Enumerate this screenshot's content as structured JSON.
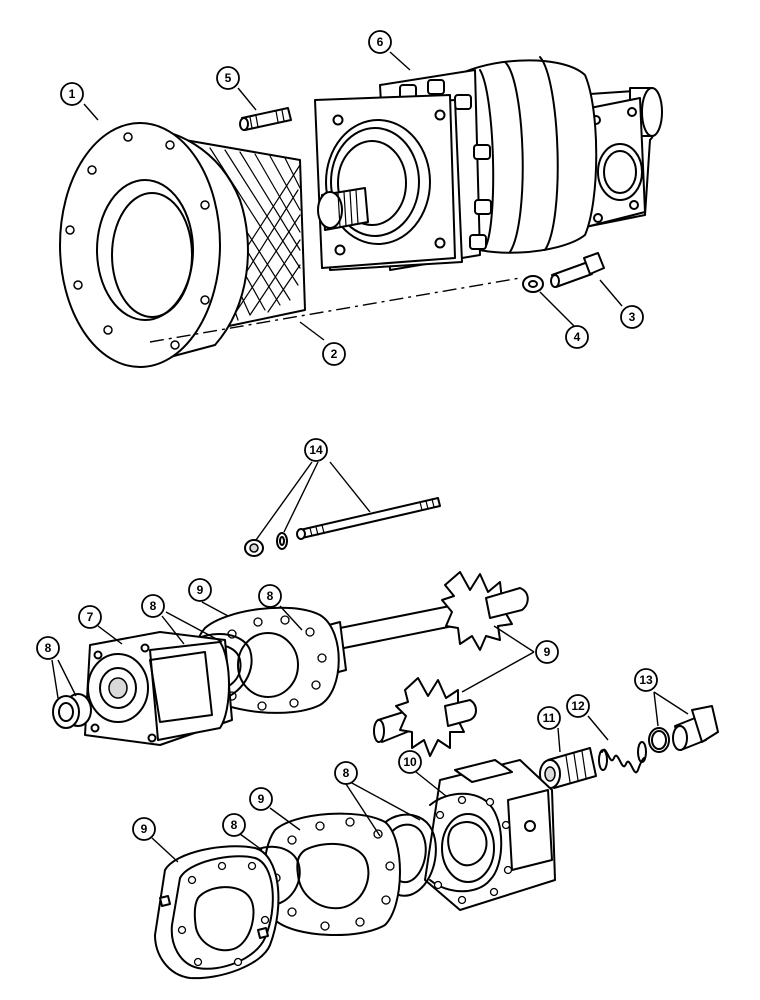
{
  "diagram": {
    "callouts": [
      {
        "id": "c1",
        "label": "1"
      },
      {
        "id": "c2",
        "label": "2"
      },
      {
        "id": "c3",
        "label": "3"
      },
      {
        "id": "c4",
        "label": "4"
      },
      {
        "id": "c5",
        "label": "5"
      },
      {
        "id": "c6",
        "label": "6"
      },
      {
        "id": "c7",
        "label": "7"
      },
      {
        "id": "c8a",
        "label": "8"
      },
      {
        "id": "c8b",
        "label": "8"
      },
      {
        "id": "c8c",
        "label": "8"
      },
      {
        "id": "c8d",
        "label": "8"
      },
      {
        "id": "c8e",
        "label": "8"
      },
      {
        "id": "c9a",
        "label": "9"
      },
      {
        "id": "c9b",
        "label": "9"
      },
      {
        "id": "c9c",
        "label": "9"
      },
      {
        "id": "c9d",
        "label": "9"
      },
      {
        "id": "c10",
        "label": "10"
      },
      {
        "id": "c11",
        "label": "11"
      },
      {
        "id": "c12",
        "label": "12"
      },
      {
        "id": "c13",
        "label": "13"
      },
      {
        "id": "c14",
        "label": "14"
      }
    ]
  }
}
